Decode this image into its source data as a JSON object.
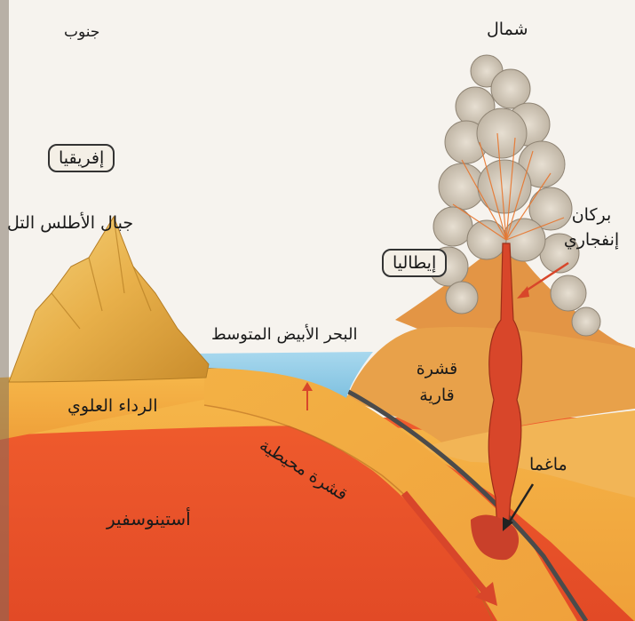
{
  "labels": {
    "south": "جنوب",
    "north": "شمال",
    "africa": "إفريقيا",
    "italy": "إيطاليا",
    "atlas_mountains": "جبال الأطلس التل",
    "mediterranean": "البحر الأبيض المتوسط",
    "volcano": "بركان إنفجاري",
    "continental_crust": "قشرة قارية",
    "upper_mantle": "الرداء العلوي",
    "oceanic_crust": "قشرة محيطية",
    "magma": "ماغما",
    "asthenosphere": "أستينوسفير"
  },
  "colors": {
    "asthenosphere": "#e8502a",
    "upper_mantle": "#f3a63e",
    "continental_crust": "#e8a14a",
    "sea": "#9fd0e8",
    "mountains": "#e9b24a",
    "magma": "#d8462a",
    "ash_cloud": "#cfc6b8"
  }
}
